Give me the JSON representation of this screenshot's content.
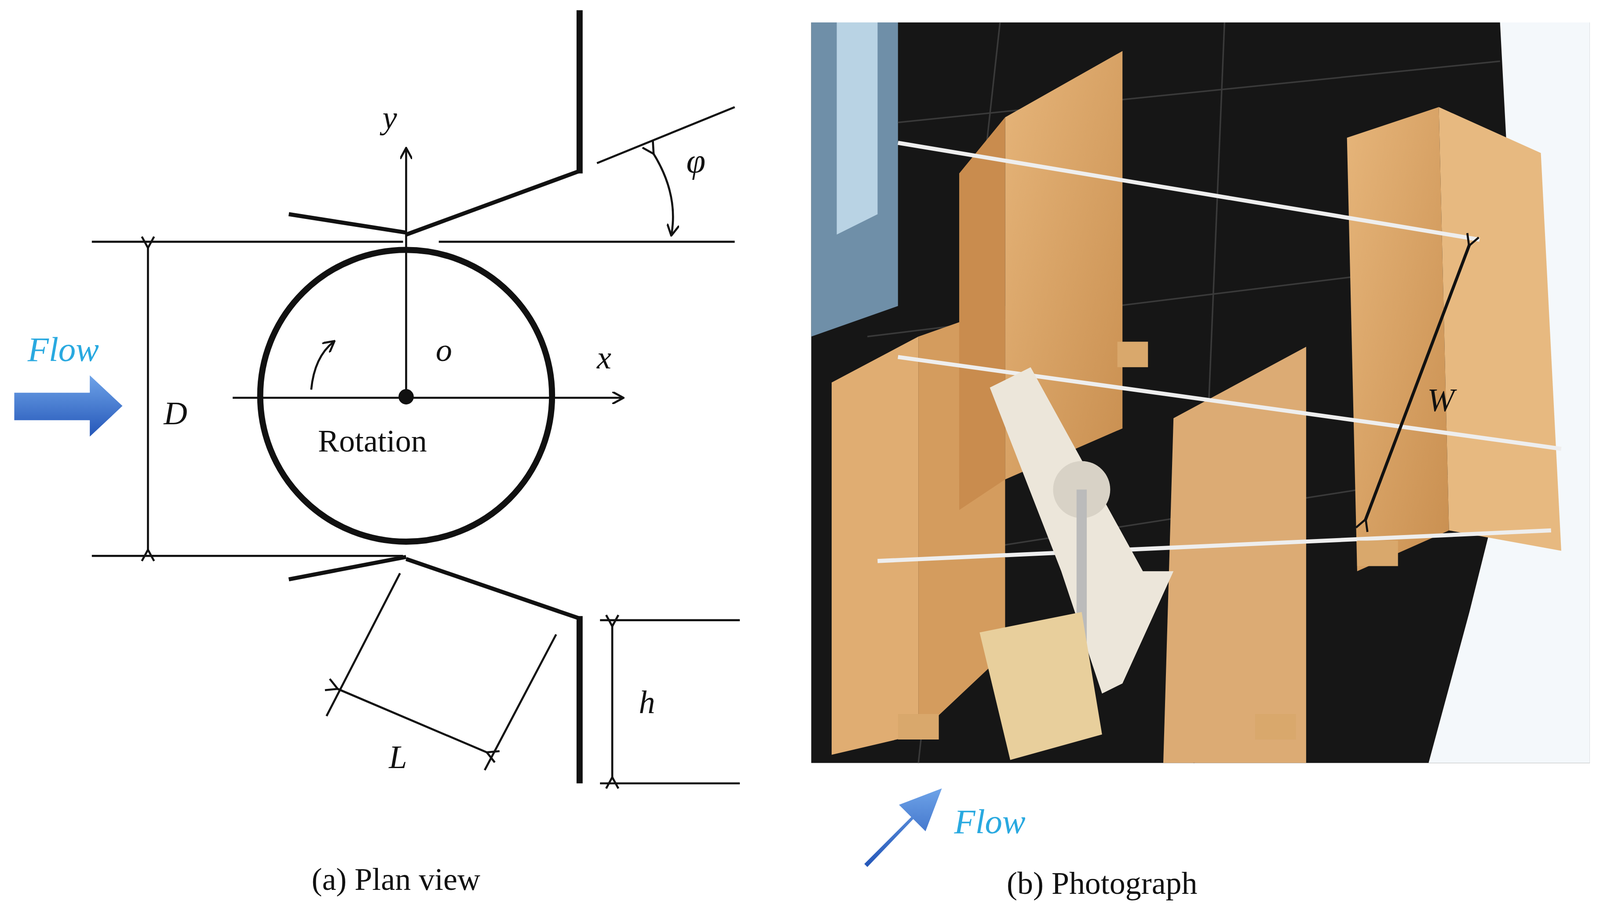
{
  "diagram": {
    "nodes": [],
    "edges": [],
    "labels": [
      "Flow",
      "D",
      "y",
      "x",
      "o",
      "Rotation",
      "φ",
      "L",
      "h",
      "(a) Plan view",
      "W",
      "Flow",
      "(b) Photograph"
    ]
  }
}
